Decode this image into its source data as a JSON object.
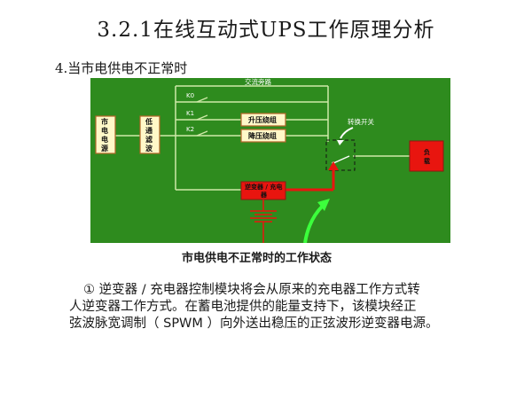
{
  "slide": {
    "title": "3.2.1在线互动式UPS工作原理分析",
    "subtitle": "4.当市电供电不正常时",
    "caption": "市电供电不正常时的工作状态",
    "paragraph_lines": [
      "① 逆变器 / 充电器控制模块将会从原来的充电器工作方式转",
      "人逆变器工作方式。在蓄电池提供的能量支持下，该模块经正",
      "弦波脉宽调制（ SPWM ）向外送出稳压的正弦波形逆变器电源。"
    ]
  },
  "diagram": {
    "mains_label": [
      "市",
      "电",
      "电",
      "源"
    ],
    "lowpass_label": [
      "低",
      "通",
      "滤",
      "波"
    ],
    "bypass_label": "交流旁路",
    "k0": "K0",
    "k1": "K1",
    "k2": "K2",
    "boost_label": "升压绕组",
    "buck_label": "降压绕组",
    "switch_label": "转换开关",
    "inverter_label_1": "逆变器 / 充电",
    "inverter_label_2": "器",
    "load_label": [
      "负",
      "载"
    ]
  },
  "colors": {
    "panel": "#2e8b1e",
    "wire": "#cfe9a8",
    "box_fill": "#fff8c8",
    "box_border": "#b5652a",
    "red": "#e8150f",
    "arrow": "#ffffff",
    "bright_green": "#3cff3c"
  }
}
